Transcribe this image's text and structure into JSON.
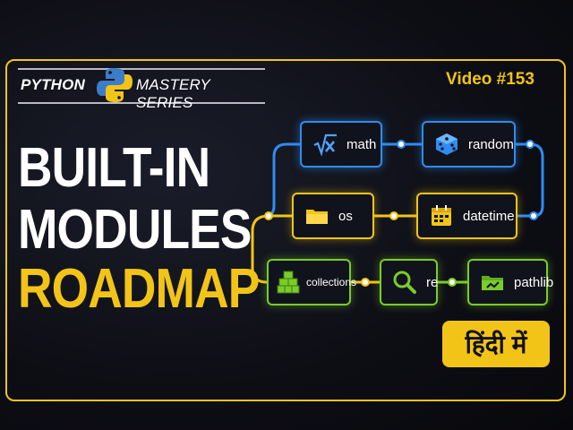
{
  "header": {
    "series_left": "PYTHON",
    "series_right": "MASTERY SERIES",
    "video_number": "Video #153"
  },
  "title": {
    "line1": "BUILT-IN",
    "line2": "MODULES",
    "line3": "ROADMAP"
  },
  "roadmap": {
    "row1": [
      {
        "label": "math",
        "icon": "sqrt-x-icon"
      },
      {
        "label": "random",
        "icon": "dice-icon"
      }
    ],
    "row2": [
      {
        "label": "os",
        "icon": "folder-icon"
      },
      {
        "label": "datetime",
        "icon": "calendar-icon"
      }
    ],
    "row3": [
      {
        "label": "collections",
        "icon": "cubes-icon"
      },
      {
        "label": "re",
        "icon": "magnifier-icon"
      },
      {
        "label": "pathlib",
        "icon": "folder-path-icon"
      }
    ]
  },
  "badge": {
    "language": "हिंदी में"
  },
  "colors": {
    "accent": "#f2c418",
    "blue": "#2f8cf2",
    "green": "#7acc2a",
    "background": "#0d0e14"
  }
}
